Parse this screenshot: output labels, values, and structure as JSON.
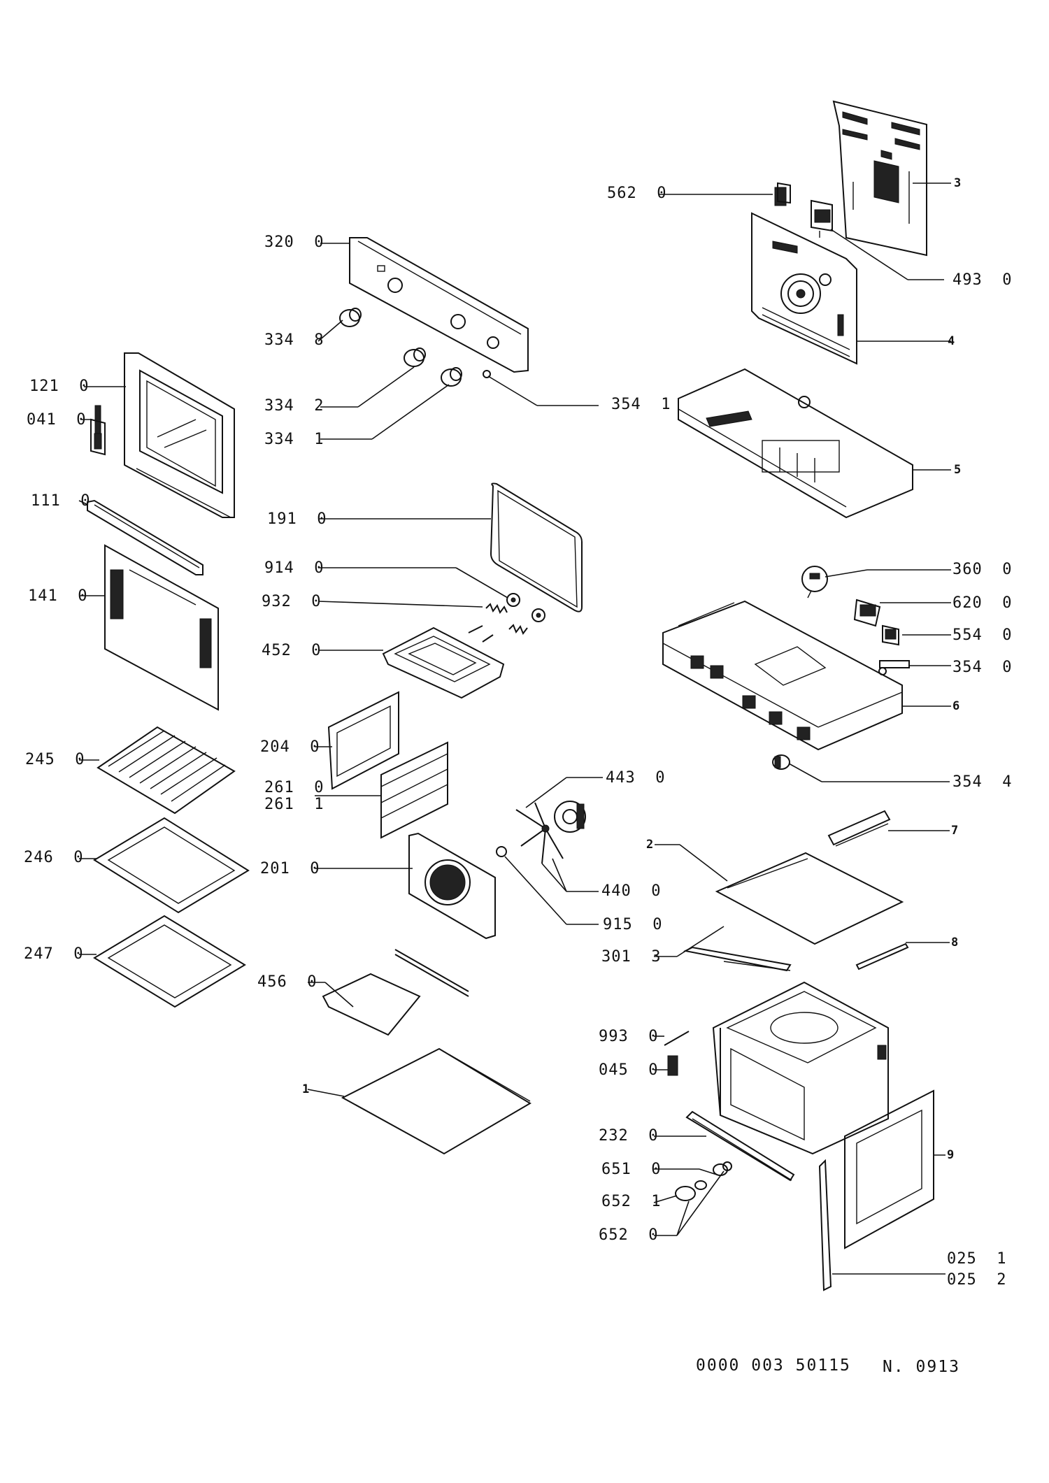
{
  "labels": [
    {
      "id": "p562_0",
      "text": "562  0"
    },
    {
      "id": "p3",
      "text": "3"
    },
    {
      "id": "p493_0",
      "text": "493  0"
    },
    {
      "id": "p320_0",
      "text": "320  0"
    },
    {
      "id": "p4",
      "text": "4"
    },
    {
      "id": "p334_8",
      "text": "334  8"
    },
    {
      "id": "p121_0",
      "text": "121  0"
    },
    {
      "id": "p041_0",
      "text": "041  0"
    },
    {
      "id": "p334_2",
      "text": "334  2"
    },
    {
      "id": "p354_1",
      "text": "354  1"
    },
    {
      "id": "p334_1",
      "text": "334  1"
    },
    {
      "id": "p5",
      "text": "5"
    },
    {
      "id": "p111_0",
      "text": "111  0"
    },
    {
      "id": "p191_0",
      "text": "191  0"
    },
    {
      "id": "p914_0",
      "text": "914  0"
    },
    {
      "id": "p360_0",
      "text": "360  0"
    },
    {
      "id": "p141_0",
      "text": "141  0"
    },
    {
      "id": "p932_0",
      "text": "932  0"
    },
    {
      "id": "p620_0",
      "text": "620  0"
    },
    {
      "id": "p452_0",
      "text": "452  0"
    },
    {
      "id": "p554_0",
      "text": "554  0"
    },
    {
      "id": "p354_0",
      "text": "354  0"
    },
    {
      "id": "p6",
      "text": "6"
    },
    {
      "id": "p204_0",
      "text": "204  0"
    },
    {
      "id": "p245_0",
      "text": "245  0"
    },
    {
      "id": "p443_0",
      "text": "443  0"
    },
    {
      "id": "p354_4",
      "text": "354  4"
    },
    {
      "id": "p261_0",
      "text": "261  0"
    },
    {
      "id": "p261_1",
      "text": "261  1"
    },
    {
      "id": "p7",
      "text": "7"
    },
    {
      "id": "p2",
      "text": "2"
    },
    {
      "id": "p246_0",
      "text": "246  0"
    },
    {
      "id": "p201_0",
      "text": "201  0"
    },
    {
      "id": "p440_0",
      "text": "440  0"
    },
    {
      "id": "p915_0",
      "text": "915  0"
    },
    {
      "id": "p8",
      "text": "8"
    },
    {
      "id": "p247_0",
      "text": "247  0"
    },
    {
      "id": "p301_3",
      "text": "301  3"
    },
    {
      "id": "p456_0",
      "text": "456  0"
    },
    {
      "id": "p993_0",
      "text": "993  0"
    },
    {
      "id": "p045_0",
      "text": "045  0"
    },
    {
      "id": "p1",
      "text": "1"
    },
    {
      "id": "p232_0",
      "text": "232  0"
    },
    {
      "id": "p9",
      "text": "9"
    },
    {
      "id": "p651_0",
      "text": "651  0"
    },
    {
      "id": "p652_1",
      "text": "652  1"
    },
    {
      "id": "p652_0",
      "text": "652  0"
    },
    {
      "id": "p025_1",
      "text": "025  1"
    },
    {
      "id": "p025_2",
      "text": "025  2"
    }
  ],
  "footer": {
    "code": "0000 003 50115",
    "number": "N. 0913"
  }
}
